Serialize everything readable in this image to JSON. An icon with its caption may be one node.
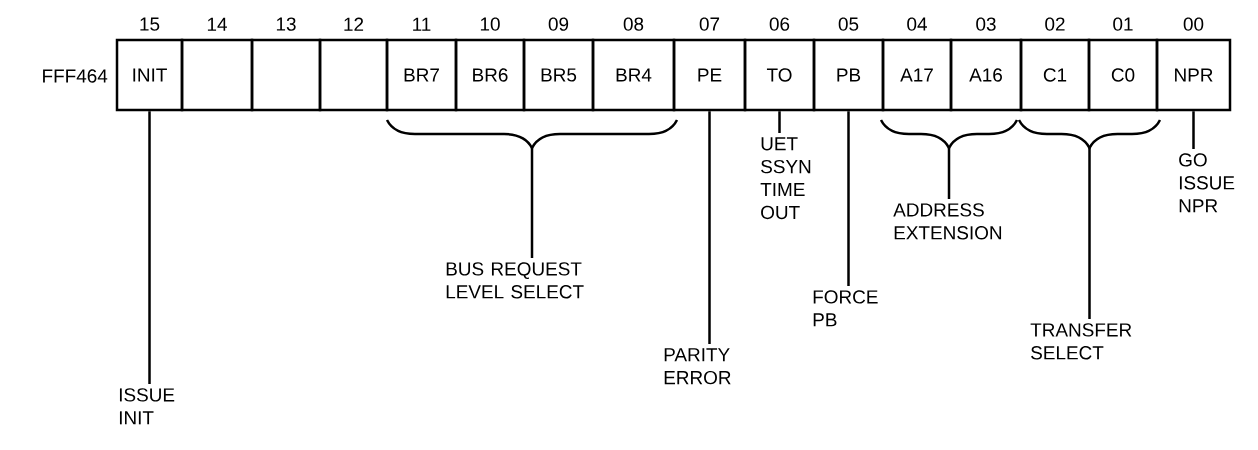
{
  "diagram": {
    "nodes": [
      {
        "text": [
          "INIT"
        ],
        "beside": [
          "15"
        ]
      },
      {
        "text": [],
        "shape": "box",
        "beside": [
          "14"
        ]
      },
      {
        "text": [],
        "shape": "box",
        "beside": [
          "13"
        ]
      },
      {
        "text": [],
        "shape": "box",
        "beside": [
          "12"
        ]
      },
      {
        "text": [
          "BR7"
        ],
        "beside": [
          "11"
        ]
      },
      {
        "text": [
          "BR6"
        ],
        "beside": [
          "10"
        ]
      },
      {
        "text": [
          "BR5"
        ],
        "beside": [
          "09"
        ]
      },
      {
        "text": [
          "BR4"
        ],
        "beside": [
          "08"
        ]
      },
      {
        "text": [
          "PE"
        ],
        "beside": [
          "07"
        ]
      },
      {
        "text": [
          "TO"
        ],
        "beside": [
          "06"
        ]
      },
      {
        "text": [
          "PB"
        ],
        "beside": [
          "05"
        ]
      },
      {
        "text": [
          "A17"
        ],
        "beside": [
          "04"
        ]
      },
      {
        "text": [
          "A16"
        ],
        "beside": [
          "03"
        ]
      },
      {
        "text": [
          "C1"
        ],
        "beside": [
          "02"
        ]
      },
      {
        "text": [
          "C0"
        ],
        "beside": [
          "01"
        ]
      },
      {
        "text": [
          "NPR"
        ],
        "beside": [
          "00"
        ]
      },
      {
        "text": [
          "ISSUE INIT"
        ]
      },
      {
        "text": [
          "BUS REQUEST LEVEL SELECT"
        ]
      },
      {
        "text": [
          "PARITY ERROR"
        ]
      },
      {
        "text": [
          "UET SSYN TIME OUT"
        ]
      },
      {
        "text": [
          "FORCE PB"
        ]
      },
      {
        "text": [
          "ADDRESS EXTENSION"
        ]
      },
      {
        "text": [
          "TRANSFER SELECT"
        ]
      },
      {
        "text": [
          "GO ISSUE NPR"
        ]
      },
      {
        "text": [],
        "shape": "brace"
      },
      {
        "text": [],
        "shape": "brace"
      },
      {
        "text": [],
        "shape": "brace"
      }
    ],
    "edges": [
      {
        "from": 16,
        "to": 0,
        "arrow": "none"
      },
      {
        "from": 17,
        "to": 24,
        "arrow": "none"
      },
      {
        "from": 18,
        "to": 8,
        "arrow": "none"
      },
      {
        "from": 19,
        "to": 9,
        "arrow": "none"
      },
      {
        "from": 20,
        "to": 10,
        "arrow": "none"
      },
      {
        "from": 21,
        "to": 25,
        "arrow": "none"
      },
      {
        "from": 22,
        "to": 26,
        "arrow": "none"
      },
      {
        "from": 23,
        "to": 15,
        "arrow": "none"
      }
    ],
    "labels": [
      "FFF464"
    ]
  }
}
